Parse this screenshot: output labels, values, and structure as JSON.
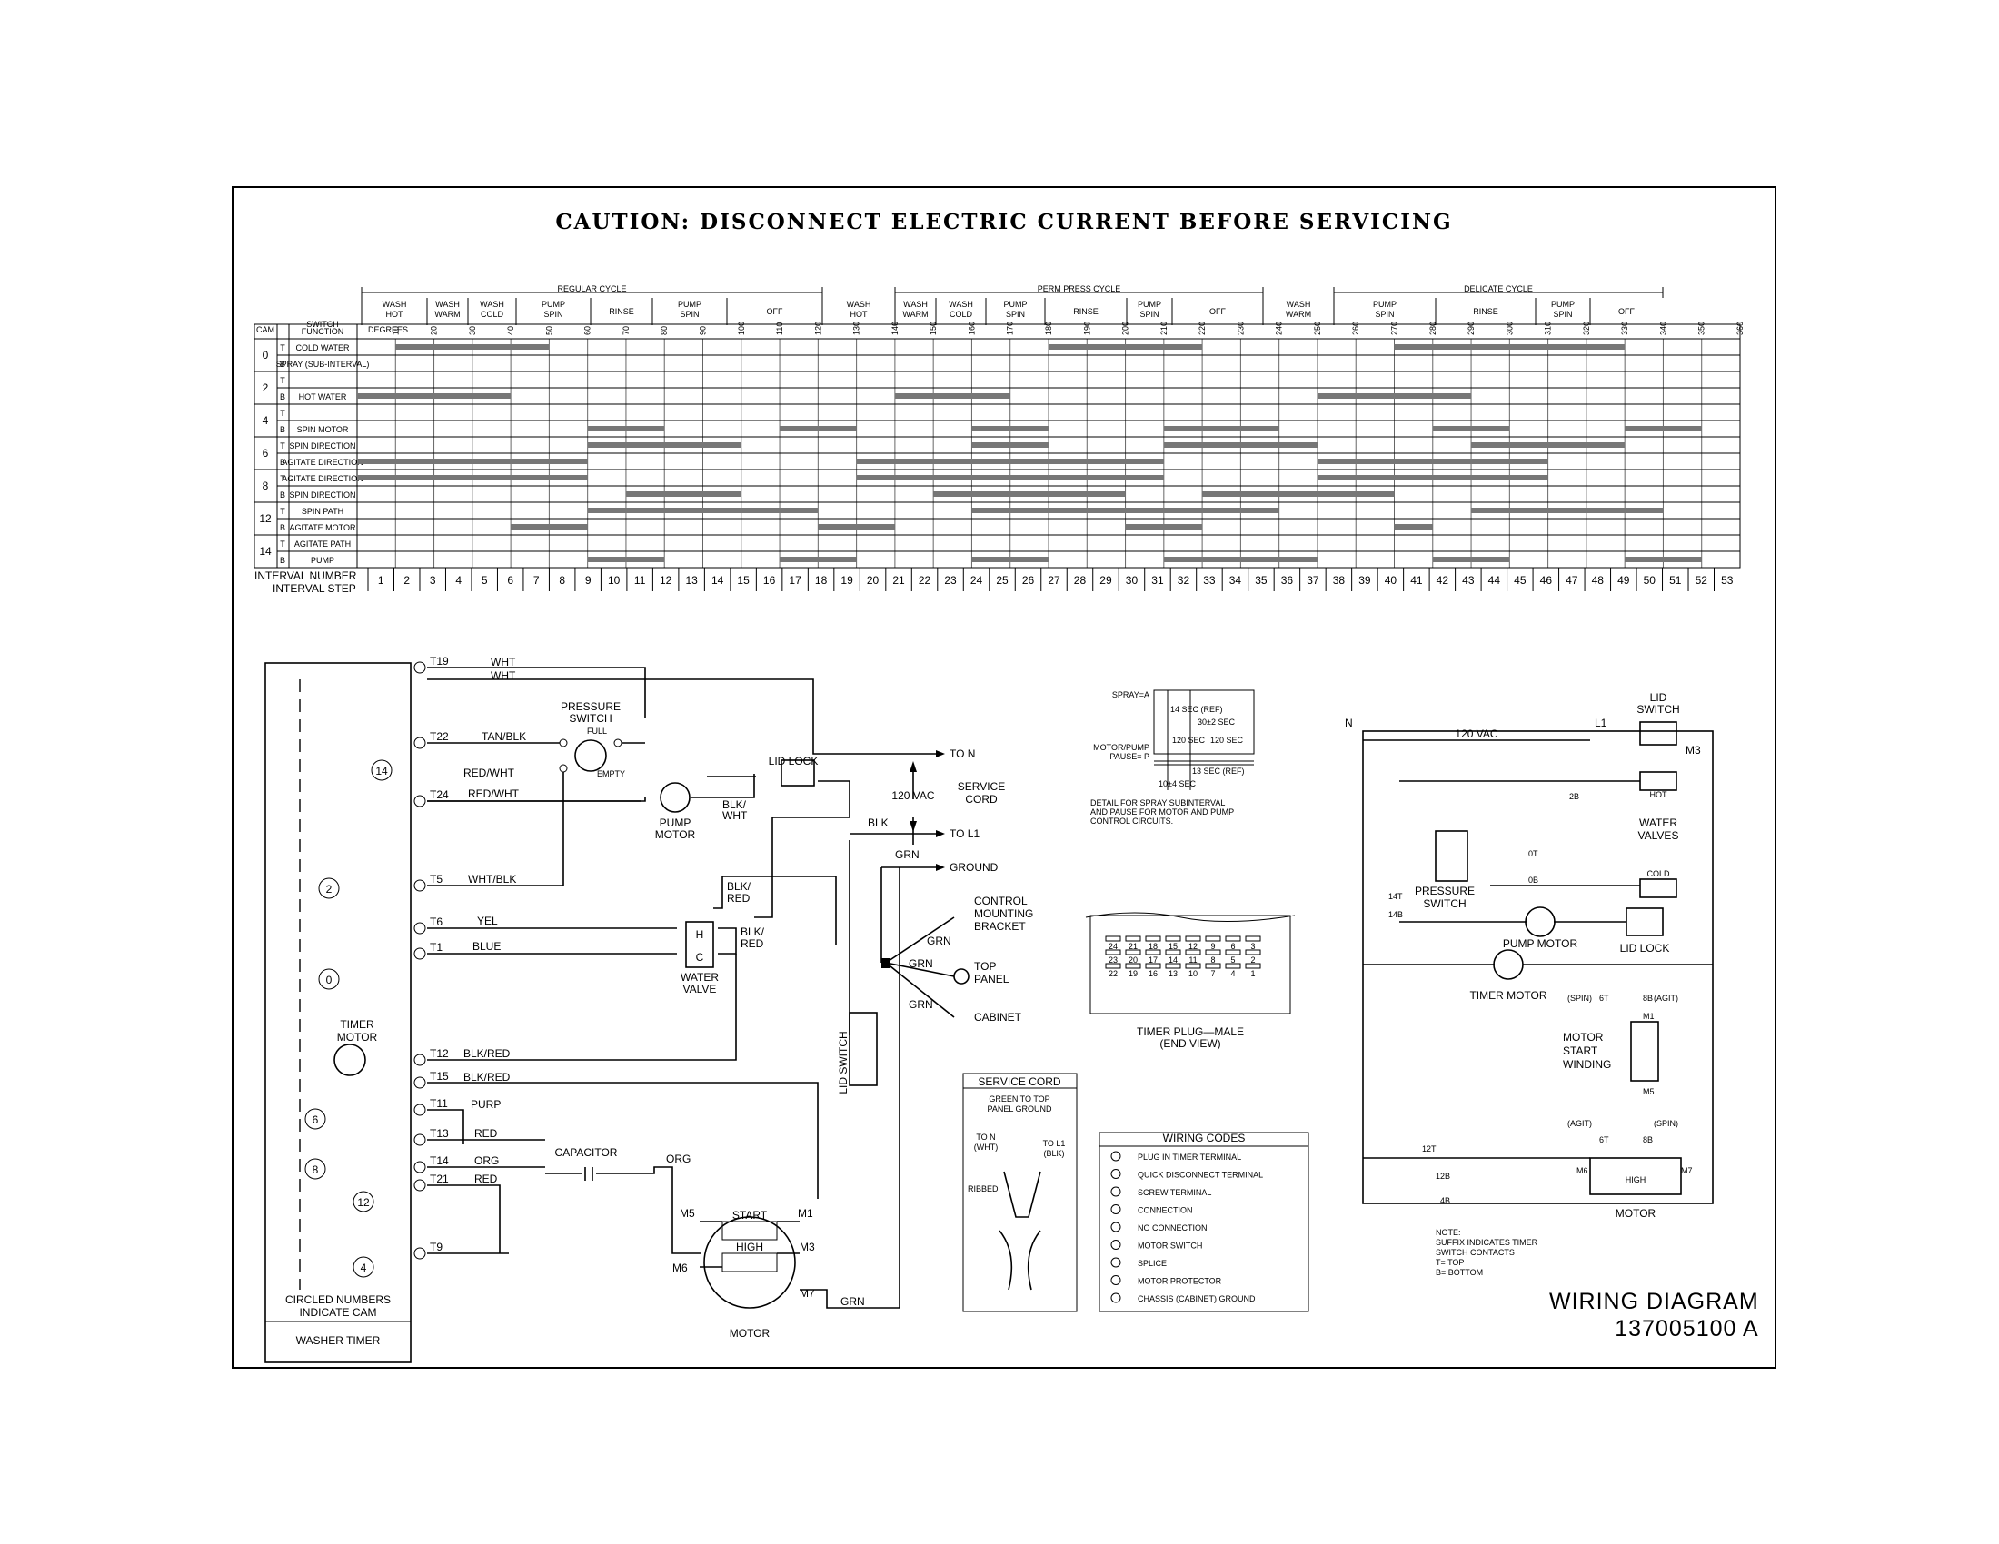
{
  "caption": "CAUTION: DISCONNECT ELECTRIC CURRENT BEFORE SERVICING",
  "cycles": [
    "REGULAR CYCLE",
    "PERM PRESS CYCLE",
    "DELICATE CYCLE"
  ],
  "phases": [
    {
      "label": [
        "WASH",
        "HOT"
      ]
    },
    {
      "label": [
        "WASH",
        "WARM"
      ]
    },
    {
      "label": [
        "WASH",
        "COLD"
      ]
    },
    {
      "label": [
        "PUMP",
        "SPIN"
      ]
    },
    {
      "label": [
        "RINSE"
      ]
    },
    {
      "label": [
        "PUMP",
        "SPIN"
      ]
    },
    {
      "label": [
        "OFF"
      ]
    },
    {
      "label": [
        "WASH",
        "HOT"
      ]
    },
    {
      "label": [
        "WASH",
        "WARM"
      ]
    },
    {
      "label": [
        "WASH",
        "COLD"
      ]
    },
    {
      "label": [
        "PUMP",
        "SPIN"
      ]
    },
    {
      "label": [
        "RINSE"
      ]
    },
    {
      "label": [
        "PUMP",
        "SPIN"
      ]
    },
    {
      "label": [
        "OFF"
      ]
    },
    {
      "label": [
        "WASH",
        "WARM"
      ]
    },
    {
      "label": [
        "PUMP",
        "SPIN"
      ]
    },
    {
      "label": [
        "RINSE"
      ]
    },
    {
      "label": [
        "PUMP",
        "SPIN"
      ]
    },
    {
      "label": [
        "OFF"
      ]
    }
  ],
  "degrees_label": "DEGREES",
  "degrees": [
    "10",
    "20",
    "30",
    "40",
    "50",
    "60",
    "70",
    "80",
    "90",
    "100",
    "110",
    "120",
    "130",
    "140",
    "150",
    "160",
    "170",
    "180",
    "190",
    "200",
    "210",
    "220",
    "230",
    "240",
    "250",
    "260",
    "270",
    "280",
    "290",
    "300",
    "310",
    "320",
    "330",
    "340",
    "350",
    "360"
  ],
  "cam_header": "CAM",
  "switch_header": [
    "SWITCH",
    "FUNCTION"
  ],
  "cams": [
    "0",
    "2",
    "4",
    "6",
    "8",
    "12",
    "14"
  ],
  "functions": [
    {
      "tb": "T",
      "label": "COLD WATER"
    },
    {
      "tb": "B",
      "label": "SPRAY (SUB-INTERVAL)"
    },
    {
      "tb": "T",
      "label": ""
    },
    {
      "tb": "B",
      "label": "HOT WATER"
    },
    {
      "tb": "T",
      "label": ""
    },
    {
      "tb": "B",
      "label": "SPIN MOTOR"
    },
    {
      "tb": "T",
      "label": "SPIN DIRECTION"
    },
    {
      "tb": "B",
      "label": "AGITATE DIRECTION"
    },
    {
      "tb": "T",
      "label": "AGITATE DIRECTION"
    },
    {
      "tb": "B",
      "label": "SPIN DIRECTION"
    },
    {
      "tb": "T",
      "label": "SPIN PATH"
    },
    {
      "tb": "B",
      "label": "AGITATE MOTOR"
    },
    {
      "tb": "T",
      "label": "AGITATE PATH"
    },
    {
      "tb": "B",
      "label": "PUMP"
    }
  ],
  "interval_number_label": "INTERVAL NUMBER",
  "interval_step_label": "INTERVAL STEP",
  "intervals": [
    "1",
    "2",
    "3",
    "4",
    "5",
    "6",
    "7",
    "8",
    "9",
    "10",
    "11",
    "12",
    "13",
    "14",
    "15",
    "16",
    "17",
    "18",
    "19",
    "20",
    "21",
    "22",
    "23",
    "24",
    "25",
    "26",
    "27",
    "28",
    "29",
    "30",
    "31",
    "32",
    "33",
    "34",
    "35",
    "36",
    "37",
    "38",
    "39",
    "40",
    "41",
    "42",
    "43",
    "44",
    "45",
    "46",
    "47",
    "48",
    "49",
    "50",
    "51",
    "52",
    "53"
  ],
  "timer": {
    "terminals": [
      "T19",
      "T22",
      "T24",
      "T5",
      "T6",
      "T1",
      "T12",
      "T15",
      "T11",
      "T13",
      "T14",
      "T21",
      "T9"
    ],
    "wires": [
      "WHT",
      "WHT",
      "TAN/BLK",
      "RED/WHT",
      "RED/WHT",
      "WHT/BLK",
      "YEL",
      "BLUE",
      "BLK/RED",
      "BLK/RED",
      "PURP",
      "RED",
      "ORG",
      "RED"
    ],
    "cam_circles": [
      "14",
      "2",
      "0",
      "6",
      "8",
      "12",
      "4"
    ],
    "timer_motor": [
      "TIMER",
      "MOTOR"
    ],
    "note": [
      "CIRCLED NUMBERS",
      "INDICATE CAM"
    ],
    "name": "WASHER TIMER"
  },
  "components": {
    "pressure_switch": [
      "PRESSURE",
      "SWITCH"
    ],
    "full": "FULL",
    "empty": "EMPTY",
    "lid_lock": "LID LOCK",
    "pump_motor": [
      "PUMP",
      "MOTOR"
    ],
    "water_valve": [
      "WATER",
      "VALVE"
    ],
    "valve_h": "H",
    "valve_c": "C",
    "to_n": "TO N",
    "to_l1": "TO L1",
    "ground": "GROUND",
    "vac": "120 VAC",
    "service_cord": [
      "SERVICE",
      "CORD"
    ],
    "blk": "BLK",
    "blk_wht": [
      "BLK/",
      "WHT"
    ],
    "blk_red": [
      "BLK/",
      "RED"
    ],
    "grn": "GRN",
    "control_bracket": [
      "CONTROL",
      "MOUNTING",
      "BRACKET"
    ],
    "top_panel": [
      "TOP",
      "PANEL"
    ],
    "cabinet": "CABINET",
    "lid_switch": "LID SWITCH",
    "capacitor": "CAPACITOR",
    "motor": "MOTOR",
    "start": "START",
    "high": "HIGH",
    "motor_terms": [
      "M5",
      "M1",
      "M6",
      "M3",
      "M7"
    ]
  },
  "spray_detail": {
    "spray": "SPRAY=A",
    "pause": [
      "MOTOR/PUMP",
      "PAUSE= P"
    ],
    "t1": "14 SEC (REF)",
    "t2": "30±2 SEC",
    "t3": "120 SEC",
    "t4": "120 SEC",
    "t5": "13 SEC (REF)",
    "t6": "10±4 SEC",
    "note": [
      "DETAIL FOR SPRAY SUBINTERVAL",
      "AND PAUSE FOR MOTOR AND PUMP",
      "CONTROL CIRCUITS."
    ]
  },
  "timer_plug": {
    "row1": [
      "24",
      "21",
      "18",
      "15",
      "12",
      "9",
      "6",
      "3"
    ],
    "row2": [
      "23",
      "20",
      "17",
      "14",
      "11",
      "8",
      "5",
      "2"
    ],
    "row3": [
      "22",
      "19",
      "16",
      "13",
      "10",
      "7",
      "4",
      "1"
    ],
    "caption": [
      "TIMER PLUG—MALE",
      "(END VIEW)"
    ]
  },
  "service_cord_box": {
    "title": "SERVICE CORD",
    "subtitle": [
      "GREEN TO TOP",
      "PANEL GROUND"
    ],
    "to_n": [
      "TO N",
      "(WHT)"
    ],
    "to_l1": [
      "TO L1",
      "(BLK)"
    ],
    "ribbed": "RIBBED"
  },
  "wiring_codes": {
    "title": "WIRING CODES",
    "items": [
      "PLUG IN TIMER TERMINAL",
      "QUICK DISCONNECT TERMINAL",
      "SCREW TERMINAL",
      "CONNECTION",
      "NO CONNECTION",
      "MOTOR SWITCH",
      "SPLICE",
      "MOTOR PROTECTOR",
      "CHASSIS (CABINET) GROUND"
    ]
  },
  "ladder": {
    "n": "N",
    "l1": "L1",
    "vac": "120 VAC",
    "lid_switch": [
      "LID",
      "SWITCH"
    ],
    "m3": "M3",
    "hot": "HOT",
    "cold": "COLD",
    "water_valves": [
      "WATER",
      "VALVES"
    ],
    "pressure_switch": [
      "PRESSURE",
      "SWITCH"
    ],
    "pump_motor": "PUMP MOTOR",
    "lid_lock": "LID LOCK",
    "timer_motor": "TIMER MOTOR",
    "contacts": [
      "2B",
      "0T",
      "0B",
      "14T",
      "14B",
      "12T",
      "12B",
      "4B",
      "6T",
      "8B",
      "6T",
      "8B"
    ],
    "spin": "(SPIN)",
    "agit": "(AGIT)",
    "m1": "M1",
    "m5": "M5",
    "m6": "M6",
    "m7": "M7",
    "start_winding": [
      "MOTOR",
      "START",
      "WINDING"
    ],
    "high": "HIGH",
    "motor": "MOTOR",
    "note": [
      "NOTE:",
      "SUFFIX INDICATES TIMER",
      "SWITCH CONTACTS",
      "T= TOP",
      "B= BOTTOM"
    ]
  },
  "title_block": {
    "title": "WIRING DIAGRAM",
    "number": "137005100  A"
  }
}
